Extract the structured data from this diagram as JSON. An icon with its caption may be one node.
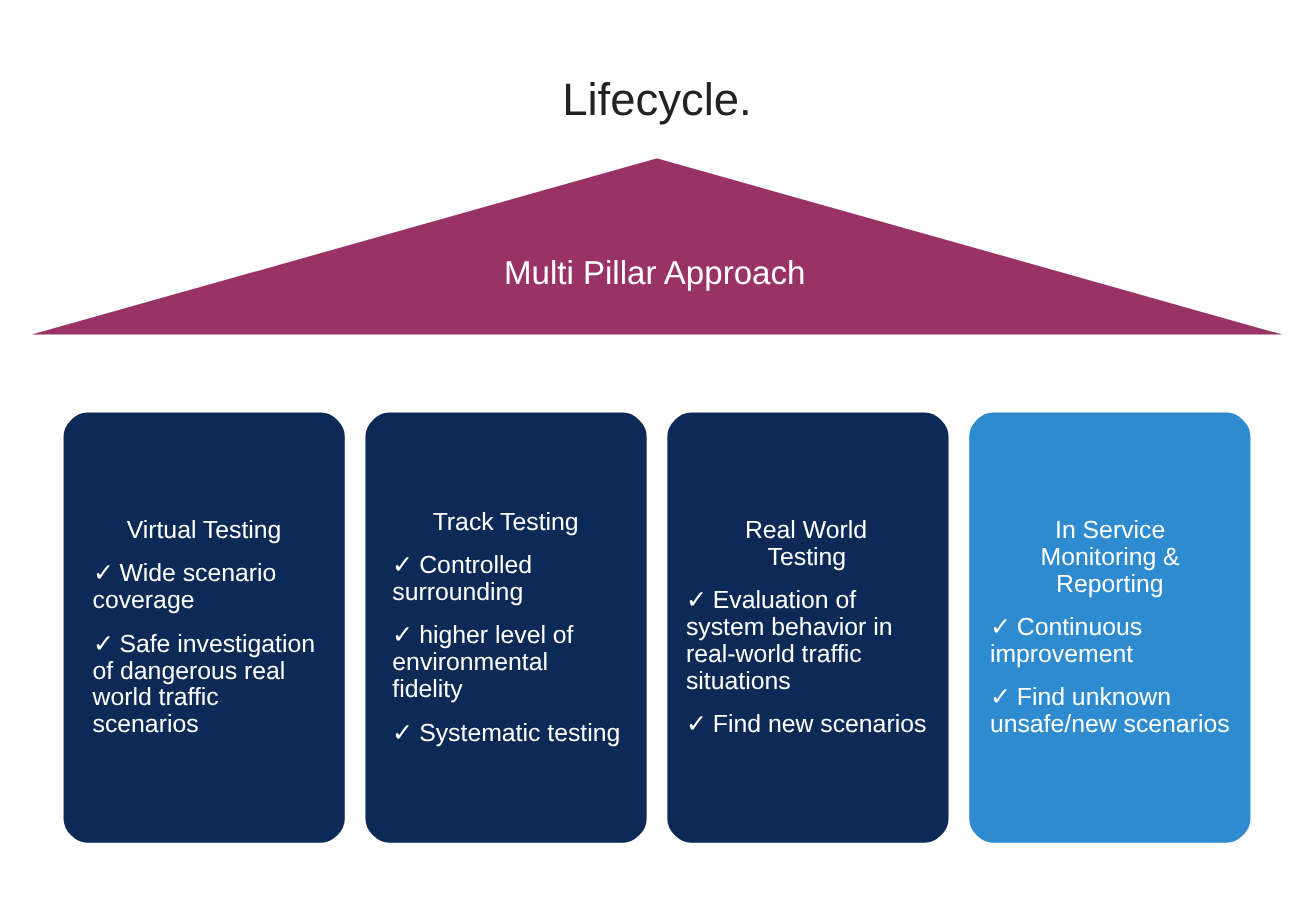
{
  "diagram": {
    "nodes": [
      {
        "text": [
          "Multi Pillar Approach"
        ]
      },
      {
        "text": [
          "Virtual Testing",
          "✓ Wide scenario coverage",
          "✓ Safe investigation of dangerous real world traffic scenarios"
        ]
      },
      {
        "text": [
          "Track Testing",
          "✓ Controlled surrounding",
          "✓ higher level of environmental fidelity",
          "✓ Systematic testing"
        ]
      },
      {
        "text": [
          "Real World Testing",
          "✓ Evaluation of system behavior in real-world traffic situations",
          "✓ Find new scenarios"
        ]
      },
      {
        "text": [
          "In Service Monitoring & Reporting",
          "✓ Continuous improvement",
          "✓ Find unknown unsafe/new scenarios"
        ]
      }
    ],
    "edges": [],
    "labels": [
      "Lifecycle."
    ]
  }
}
